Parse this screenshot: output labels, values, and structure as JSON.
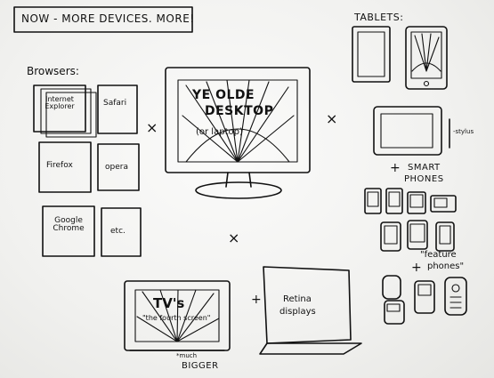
{
  "title": "NOW - MORE DEVICES. MORE!",
  "browsers": {
    "heading": "Browsers:",
    "items": [
      "Internet Explorer",
      "Safari",
      "Firefox",
      "opera",
      "Google Chrome",
      "etc."
    ]
  },
  "desktop": {
    "line1": "YE OLDE",
    "line2": "DESKTOP",
    "note": "(or laptop)"
  },
  "tablets": {
    "heading": "TABLETS:",
    "stylus_label": "-stylus"
  },
  "smartphones": {
    "line1": "SMART",
    "line2": "PHONES"
  },
  "feature_phones": {
    "line1": "\"feature",
    "line2": "phones\""
  },
  "tv": {
    "title": "TV's",
    "subtitle": "\"the fourth screen\"",
    "note_line1": "*much",
    "note_line2": "BIGGER"
  },
  "retina": {
    "line1": "Retina",
    "line2": "displays"
  },
  "operators": {
    "times": "×",
    "plus": "+"
  }
}
